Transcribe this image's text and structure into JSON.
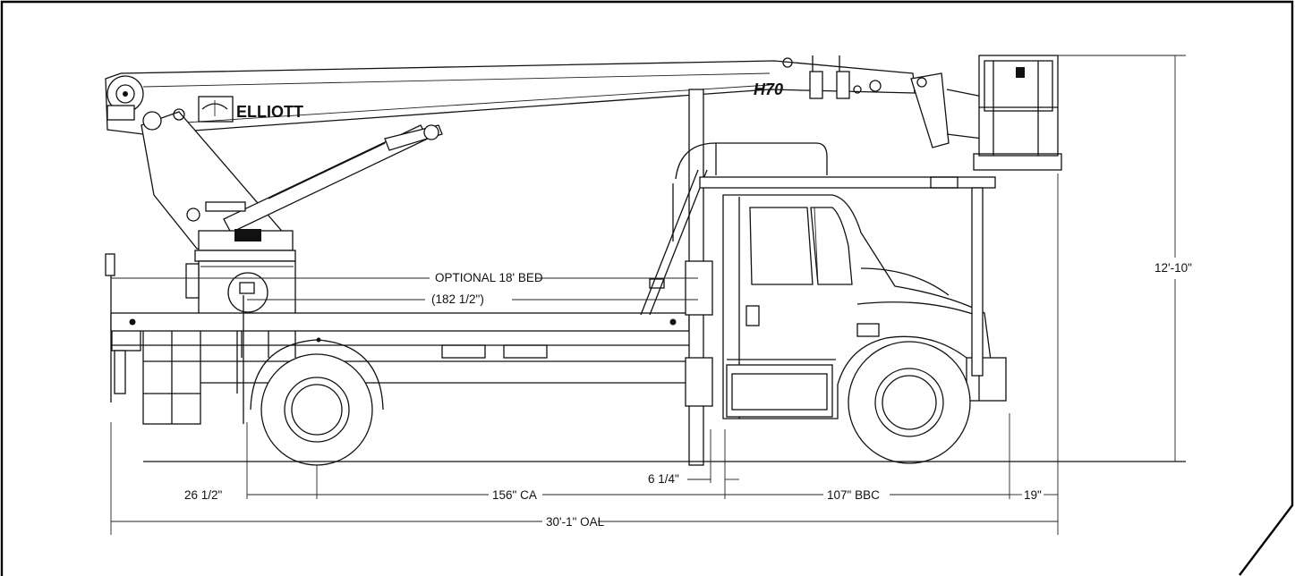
{
  "vehicle": {
    "brand_label": "ELLIOTT",
    "model_label": "H70"
  },
  "dimensions": {
    "optional_bed": "OPTIONAL 18' BED",
    "optional_bed_inches": "(182 1/2\")",
    "overall_height": "12'-10\"",
    "rear_overhang": "26 1/2\"",
    "cab_to_axle": "156\" CA",
    "cab_gap": "6 1/4\"",
    "bumper_to_cab": "107\" BBC",
    "front_overhang": "19\"",
    "overall_length": "30'-1\" OAL"
  },
  "colors": {
    "line": "#111111",
    "background": "#ffffff"
  }
}
